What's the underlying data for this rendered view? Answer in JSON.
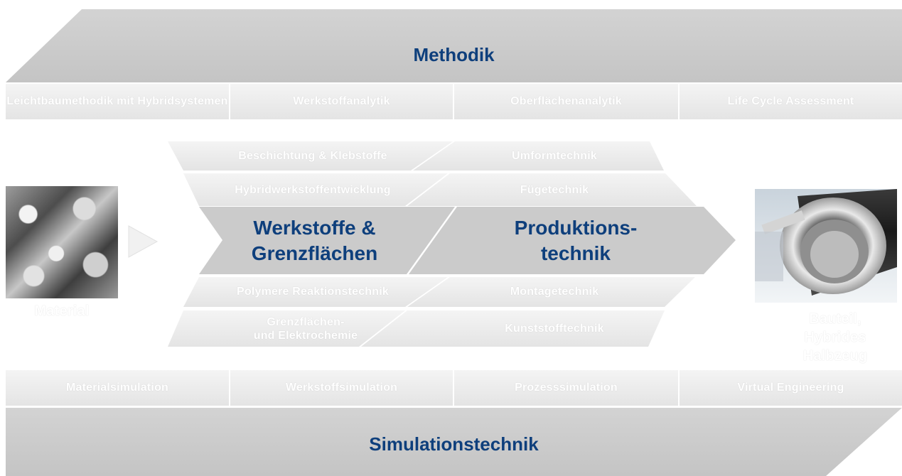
{
  "top": {
    "title": "Methodik",
    "cells": [
      "Leichtbaumethodik mit Hybridsystemen",
      "Werkstoffanalytik",
      "Oberflächenanalytik",
      "Life Cycle Assessment"
    ]
  },
  "middle": {
    "input_label": "Material",
    "output_label": "Bauteil,\nHybrides\nHalbzeug",
    "left_main": "Werkstoffe &\nGrenzflächen",
    "right_main": "Produktions-\ntechnik",
    "left_rows": [
      "Beschichtung & Klebstoffe",
      "Hybridwerkstoffentwicklung",
      "Polymere Reaktionstechnik",
      "Grenzflächen-\nund Elektrochemie"
    ],
    "right_rows": [
      "Umformtechnik",
      "Fügetechnik",
      "Montagetechnik",
      "Kunststofftechnik"
    ]
  },
  "bottom": {
    "cells": [
      "Materialsimulation",
      "Werkstoffsimulation",
      "Prozesssimulation",
      "Virtual Engineering"
    ],
    "title": "Simulationstechnik"
  },
  "colors": {
    "band": "#cbcbcb",
    "cell": "#ebebeb",
    "accent_text": "#0e3f7c"
  }
}
